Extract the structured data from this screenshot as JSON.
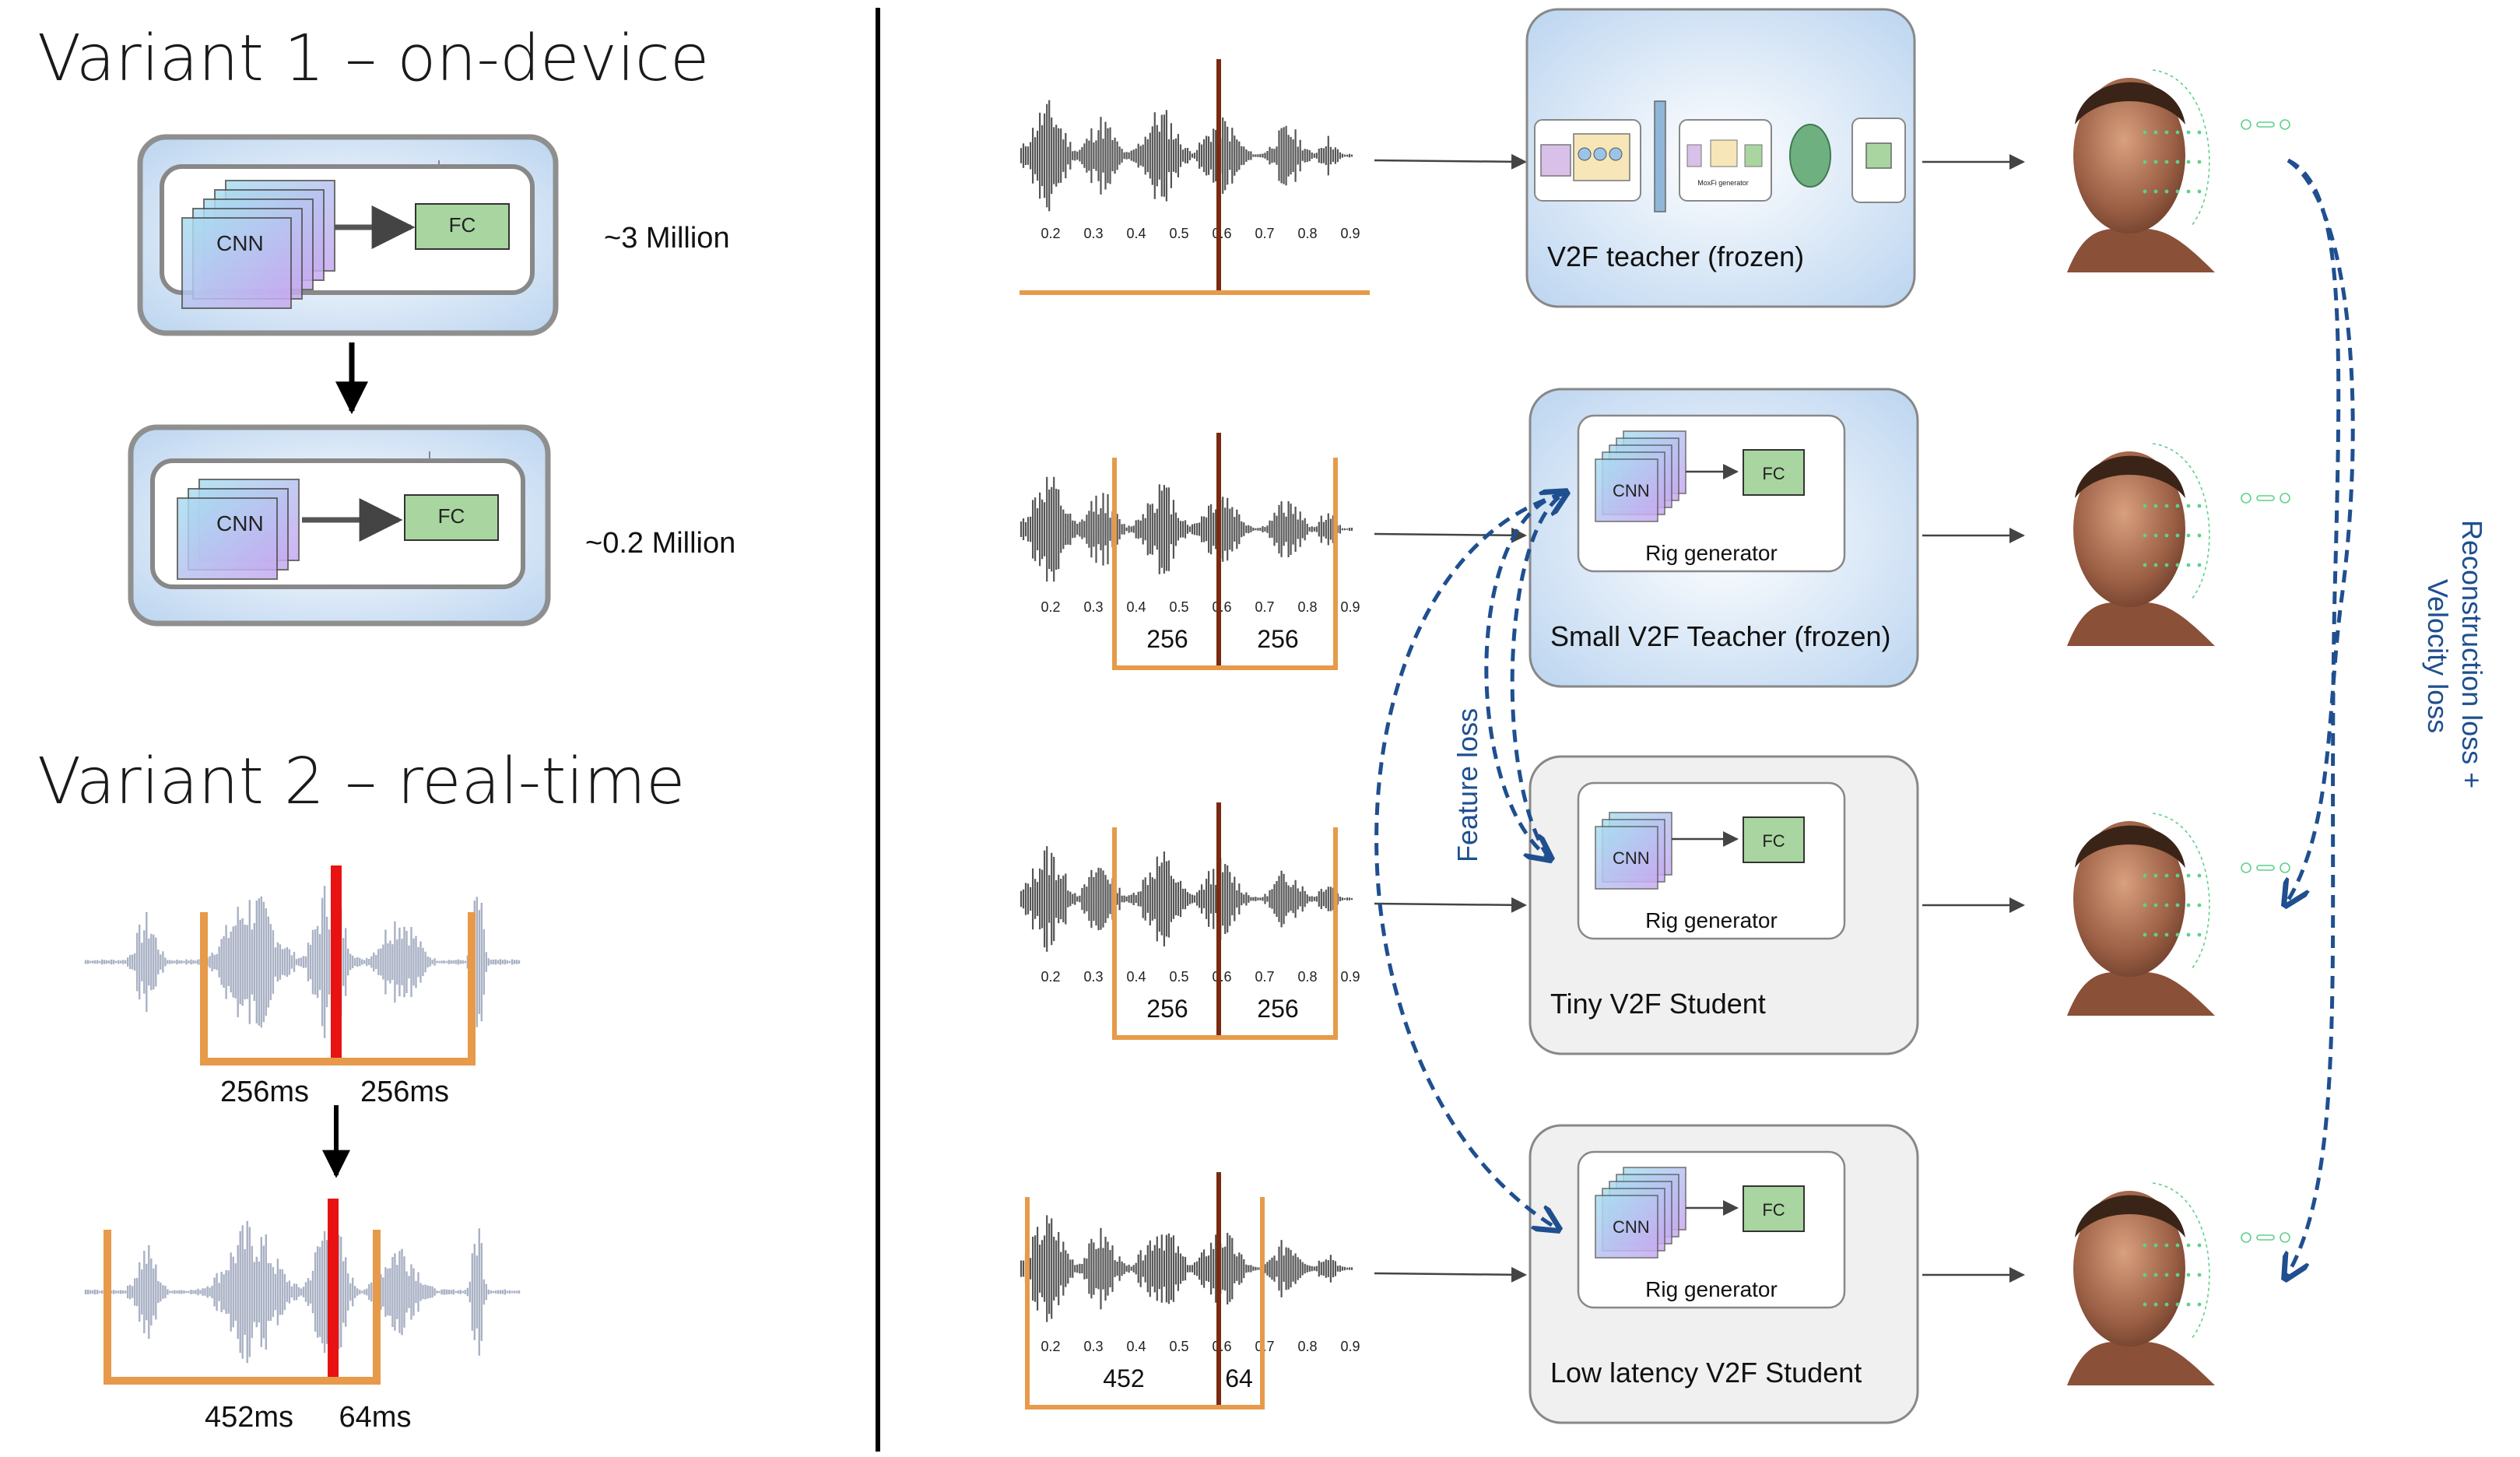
{
  "left_panel": {
    "variant1_title": "Variant 1 – on-device",
    "variant2_title": "Variant 2 – real-time",
    "big_model": {
      "cnn_label": "CNN",
      "fc_label": "FC",
      "params": "~3 Million"
    },
    "small_model": {
      "cnn_label": "CNN",
      "fc_label": "FC",
      "params": "~0.2 Million"
    },
    "window_a": {
      "left": "256ms",
      "right": "256ms"
    },
    "window_b": {
      "left": "452ms",
      "right": "64ms"
    }
  },
  "waveform_ticks": [
    "0.2",
    "0.3",
    "0.4",
    "0.5",
    "0.6",
    "0.7",
    "0.8",
    "0.9"
  ],
  "rows": [
    {
      "model_title": "V2F teacher (frozen)",
      "window": null,
      "inner": "pipeline"
    },
    {
      "model_title": "Small V2F Teacher (frozen)",
      "window": {
        "left": "256",
        "right": "256"
      },
      "inner": {
        "cnn_label": "CNN",
        "fc_label": "FC",
        "sub_label": "Rig generator"
      }
    },
    {
      "model_title": "Tiny V2F Student",
      "window": {
        "left": "256",
        "right": "256"
      },
      "inner": {
        "cnn_label": "CNN",
        "fc_label": "FC",
        "sub_label": "Rig generator"
      }
    },
    {
      "model_title": "Low latency V2F Student",
      "window": {
        "left": "452",
        "right": "64"
      },
      "inner": {
        "cnn_label": "CNN",
        "fc_label": "FC",
        "sub_label": "Rig generator"
      }
    }
  ],
  "teacher_pipeline": {
    "block_label": "MoxFi generator"
  },
  "losses": {
    "feature": "Feature loss",
    "reconstruction_line1": "Reconstruction loss +",
    "reconstruction_line2": "Velocity loss"
  },
  "colors": {
    "orange": "#e69a4a",
    "marker_dark": "#7a2a12",
    "marker_red": "#e81212",
    "wave_dark": "#555555",
    "wave_light": "#a9b1c4",
    "loss_blue": "#1f4f8f",
    "fc_green": "#a8d5a0"
  }
}
